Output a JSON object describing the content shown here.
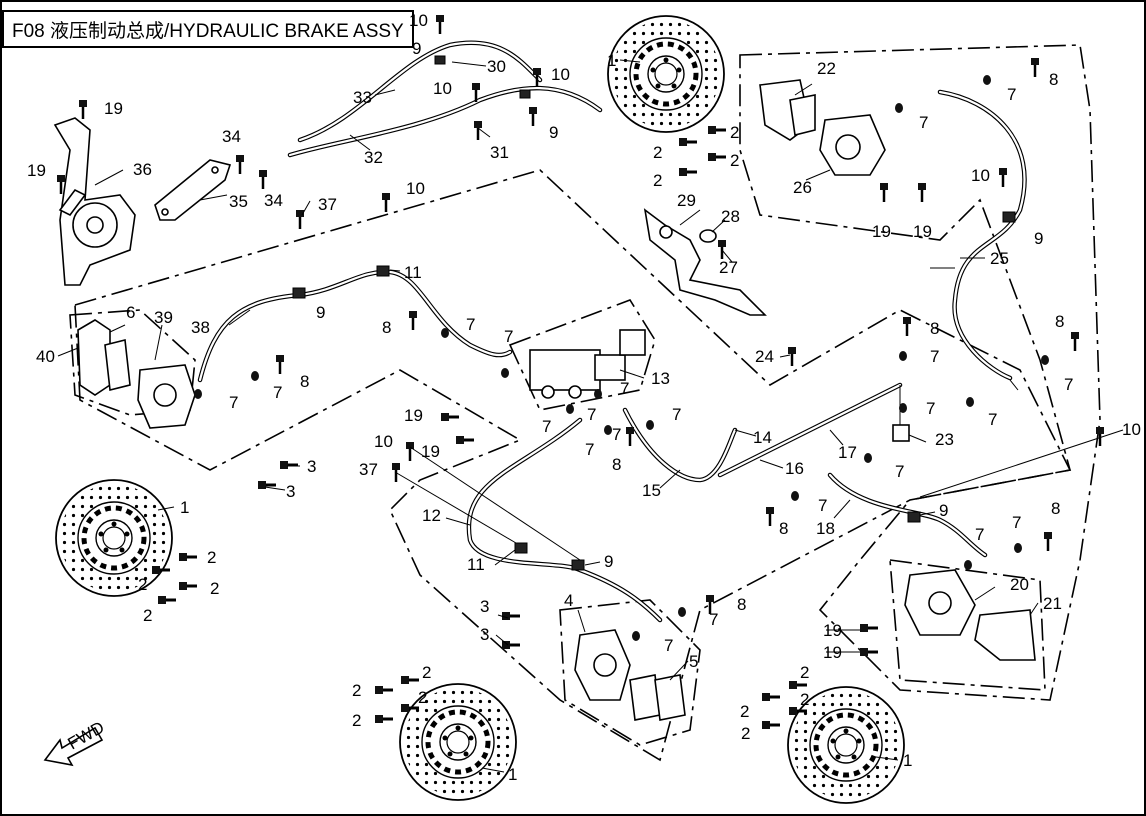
{
  "header": {
    "title": "F08 液压制动总成/HYDRAULIC BRAKE ASSY"
  },
  "fwd_label": "FWD",
  "callouts": {
    "c1a": "1",
    "c1b": "1",
    "c1c": "1",
    "c1d": "1",
    "c2a": "2",
    "c2b": "2",
    "c2c": "2",
    "c2d": "2",
    "c2e": "2",
    "c2f": "2",
    "c2g": "2",
    "c2h": "2",
    "c2i": "2",
    "c2j": "2",
    "c2k": "2",
    "c2l": "2",
    "c2m": "2",
    "c2n": "2",
    "c2o": "2",
    "c2p": "2",
    "c3a": "3",
    "c3b": "3",
    "c3c": "3",
    "c3d": "3",
    "c4": "4",
    "c5": "5",
    "c6": "6",
    "c7a": "7",
    "c7b": "7",
    "c7c": "7",
    "c7d": "7",
    "c7e": "7",
    "c7f": "7",
    "c7g": "7",
    "c7h": "7",
    "c7i": "7",
    "c7j": "7",
    "c7k": "7",
    "c7l": "7",
    "c7m": "7",
    "c7n": "7",
    "c7o": "7",
    "c7p": "7",
    "c7q": "7",
    "c7r": "7",
    "c7s": "7",
    "c7t": "7",
    "c7u": "7",
    "c7v": "7",
    "c8a": "8",
    "c8b": "8",
    "c8c": "8",
    "c8d": "8",
    "c8e": "8",
    "c8f": "8",
    "c8g": "8",
    "c8h": "8",
    "c8i": "8",
    "c9a": "9",
    "c9b": "9",
    "c9c": "9",
    "c9d": "9",
    "c9e": "9",
    "c9f": "9",
    "c10a": "10",
    "c10b": "10",
    "c10c": "10",
    "c10d": "10",
    "c10e": "10",
    "c10f": "10",
    "c10g": "10",
    "c11a": "11",
    "c11b": "11",
    "c12": "12",
    "c13": "13",
    "c14": "14",
    "c15": "15",
    "c16": "16",
    "c17": "17",
    "c18": "18",
    "c19a": "19",
    "c19b": "19",
    "c19c": "19",
    "c19d": "19",
    "c19e": "19",
    "c19f": "19",
    "c19g": "19",
    "c19h": "19",
    "c20": "20",
    "c21": "21",
    "c22": "22",
    "c23": "23",
    "c24": "24",
    "c25": "25",
    "c26": "26",
    "c27": "27",
    "c28": "28",
    "c29": "29",
    "c30": "30",
    "c31": "31",
    "c32": "32",
    "c33": "33",
    "c34a": "34",
    "c34b": "34",
    "c35": "35",
    "c36": "36",
    "c37a": "37",
    "c37b": "37",
    "c38": "38",
    "c39": "39",
    "c40": "40"
  }
}
